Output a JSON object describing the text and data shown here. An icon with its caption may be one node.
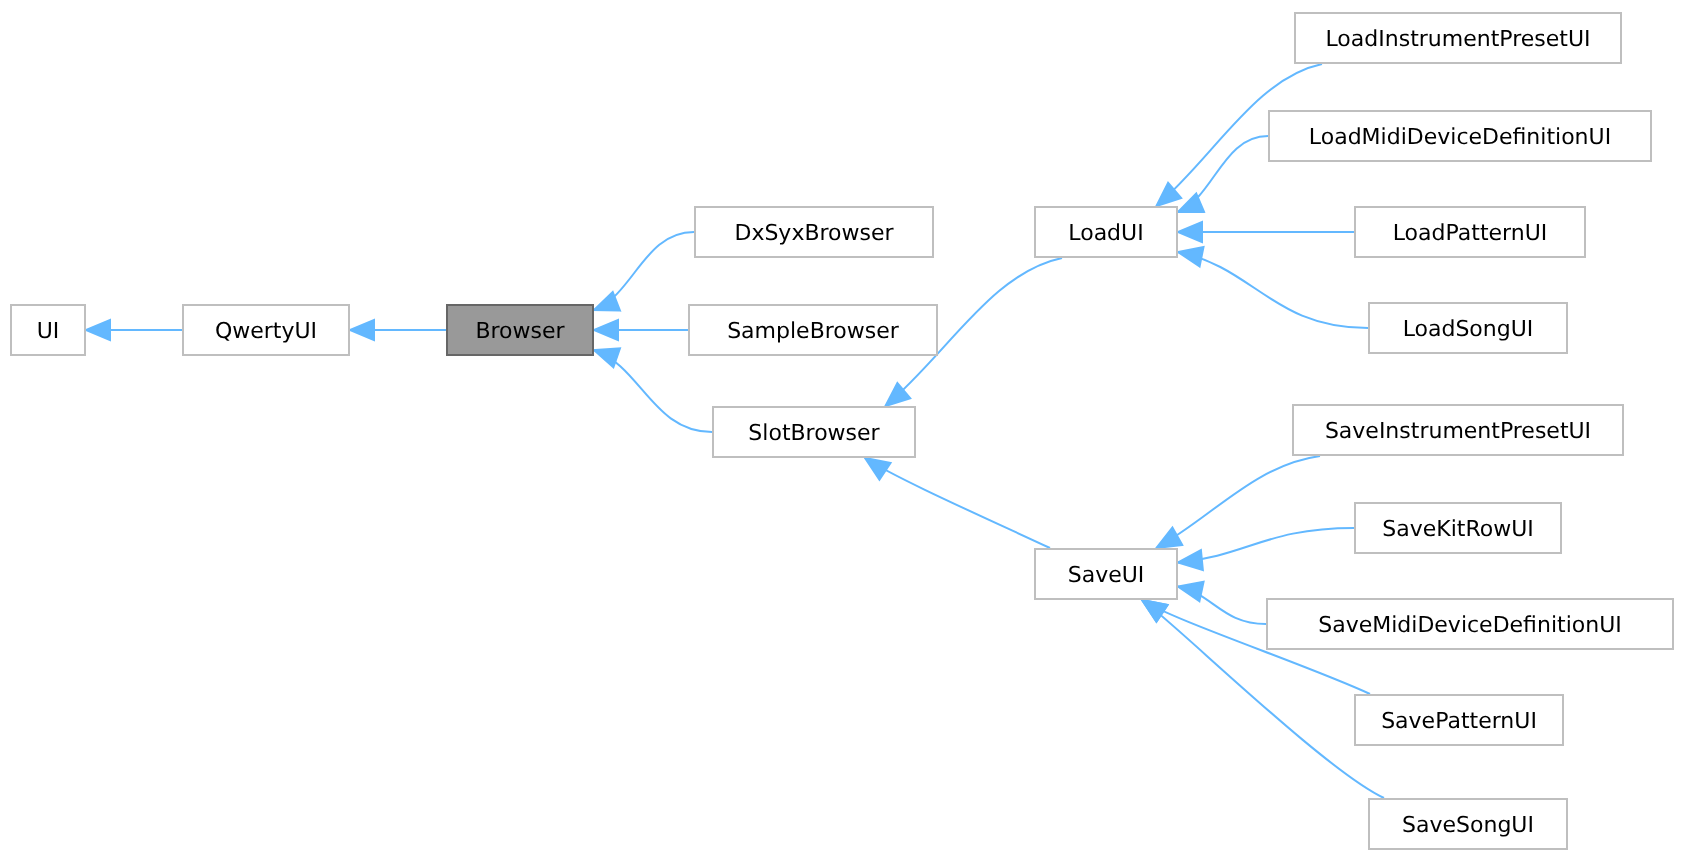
{
  "diagram": {
    "nodes": [
      {
        "text": [
          "UI"
        ]
      },
      {
        "text": [
          "QwertyUI"
        ]
      },
      {
        "text": [
          "Browser"
        ]
      },
      {
        "text": [
          "DxSyxBrowser"
        ]
      },
      {
        "text": [
          "SampleBrowser"
        ]
      },
      {
        "text": [
          "SlotBrowser"
        ]
      },
      {
        "text": [
          "LoadUI"
        ]
      },
      {
        "text": [
          "SaveUI"
        ]
      },
      {
        "text": [
          "LoadInstrumentPresetUI"
        ]
      },
      {
        "text": [
          "LoadMidiDeviceDefinitionUI"
        ]
      },
      {
        "text": [
          "LoadPatternUI"
        ]
      },
      {
        "text": [
          "LoadSongUI"
        ]
      },
      {
        "text": [
          "SaveInstrumentPresetUI"
        ]
      },
      {
        "text": [
          "SaveKitRowUI"
        ]
      },
      {
        "text": [
          "SaveMidiDeviceDefinitionUI"
        ]
      },
      {
        "text": [
          "SavePatternUI"
        ]
      },
      {
        "text": [
          "SaveSongUI"
        ]
      }
    ],
    "edges": [
      {
        "from": 1,
        "to": 0,
        "arrow": "to"
      },
      {
        "from": 2,
        "to": 1,
        "arrow": "to"
      },
      {
        "from": 3,
        "to": 2,
        "arrow": "to"
      },
      {
        "from": 4,
        "to": 2,
        "arrow": "to"
      },
      {
        "from": 5,
        "to": 2,
        "arrow": "to"
      },
      {
        "from": 6,
        "to": 5,
        "arrow": "to"
      },
      {
        "from": 7,
        "to": 5,
        "arrow": "to"
      },
      {
        "from": 8,
        "to": 6,
        "arrow": "to"
      },
      {
        "from": 9,
        "to": 6,
        "arrow": "to"
      },
      {
        "from": 10,
        "to": 6,
        "arrow": "to"
      },
      {
        "from": 11,
        "to": 6,
        "arrow": "to"
      },
      {
        "from": 12,
        "to": 7,
        "arrow": "to"
      },
      {
        "from": 13,
        "to": 7,
        "arrow": "to"
      },
      {
        "from": 14,
        "to": 7,
        "arrow": "to"
      },
      {
        "from": 15,
        "to": 7,
        "arrow": "to"
      },
      {
        "from": 16,
        "to": 7,
        "arrow": "to"
      }
    ]
  }
}
